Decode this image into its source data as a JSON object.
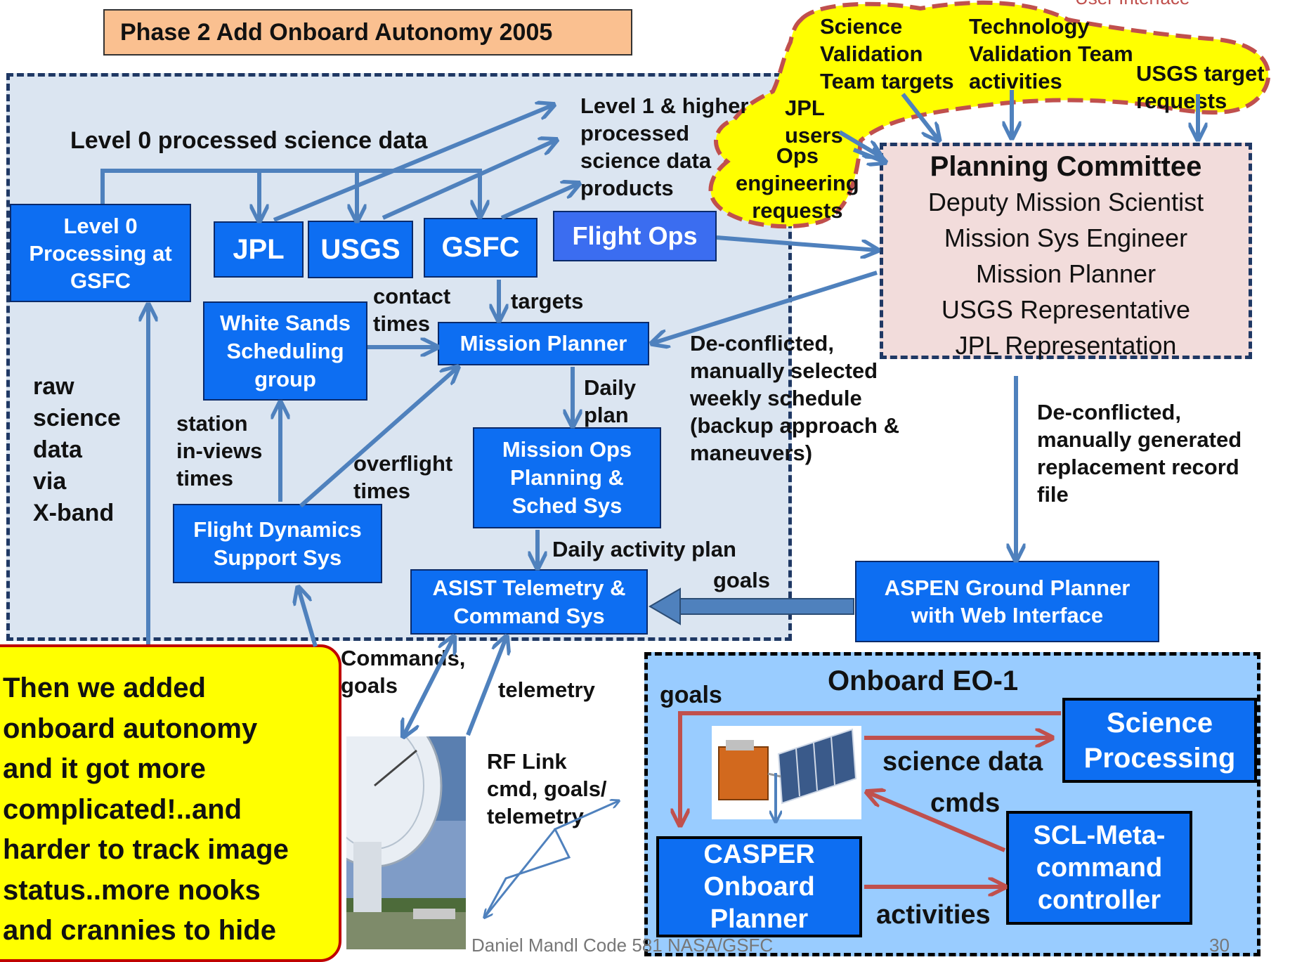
{
  "title": "Phase 2 Add Onboard Autonomy 2005",
  "top_right_label": "User Interface",
  "ground": {
    "level0_data_label": "Level 0 processed science data",
    "level1_products": "Level 1 & higher\nprocessed\nscience data\nproducts",
    "level0_box": "Level 0\nProcessing at\nGSFC",
    "jpl": "JPL",
    "usgs": "USGS",
    "gsfc": "GSFC",
    "flight_ops": "Flight Ops",
    "contact_times": "contact\ntimes",
    "targets": "targets",
    "white_sands": "White Sands\nScheduling\ngroup",
    "mission_planner": "Mission Planner",
    "daily_plan": "Daily\nplan",
    "raw_science": "raw\nscience\ndata\nvia\nX-band",
    "station_views": "station\nin-views\ntimes",
    "overflight": "overflight\ntimes",
    "mops": "Mission Ops\nPlanning &\nSched Sys",
    "fdss": "Flight Dynamics\nSupport Sys",
    "daily_activity_plan": "Daily activity plan",
    "goals": "goals",
    "asist": "ASIST Telemetry &\nCommand Sys",
    "deconflicted_weekly": "De-conflicted,\nmanually selected\nweekly schedule\n(backup approach &\nmaneuvers)"
  },
  "user_cloud": {
    "science_team": "Science\nValidation\nTeam targets",
    "tech_team": "Technology\nValidation Team\nactivities",
    "usgs_requests": "USGS target\nrequests",
    "jpl_users": "JPL\nusers",
    "ops_requests": "Ops\nengineering\nrequests"
  },
  "planning_committee": {
    "title": "Planning Committee",
    "members": [
      "Deputy Mission Scientist",
      "Mission Sys Engineer",
      "Mission Planner",
      "USGS Representative",
      "JPL Representation"
    ]
  },
  "replacement_label": "De-conflicted,\nmanually generated\nreplacement record\nfile",
  "aspen": "ASPEN Ground Planner\nwith Web Interface",
  "commands_goals": "Commands,\ngoals",
  "telemetry": "telemetry",
  "rf_link": "RF Link\ncmd, goals/\ntelemetry",
  "callout": "Then we added\nonboard autonomy\nand it got more\ncomplicated!..and\nharder to track image\nstatus..more nooks\nand crannies to hide",
  "onboard": {
    "title": "Onboard EO-1",
    "goals": "goals",
    "science_processing": "Science\nProcessing",
    "science_data": "science data",
    "cmds": "cmds",
    "scl": "SCL-Meta-\ncommand\ncontroller",
    "casper": "CASPER\nOnboard\nPlanner",
    "activities": "activities"
  },
  "footer": "Daniel Mandl Code 581 NASA/GSFC",
  "page_number": "30",
  "colors": {
    "box_blue": "#0d6ef2",
    "ground_panel": "#dbe5f1",
    "onboard_panel": "#99ccff",
    "committee_fill": "#f2dcdb",
    "cloud_yellow": "#ffff00",
    "cloud_border": "#c0504d",
    "title_fill": "#fac090",
    "arrow_blue": "#4f81bd",
    "arrow_red": "#c0504d"
  }
}
